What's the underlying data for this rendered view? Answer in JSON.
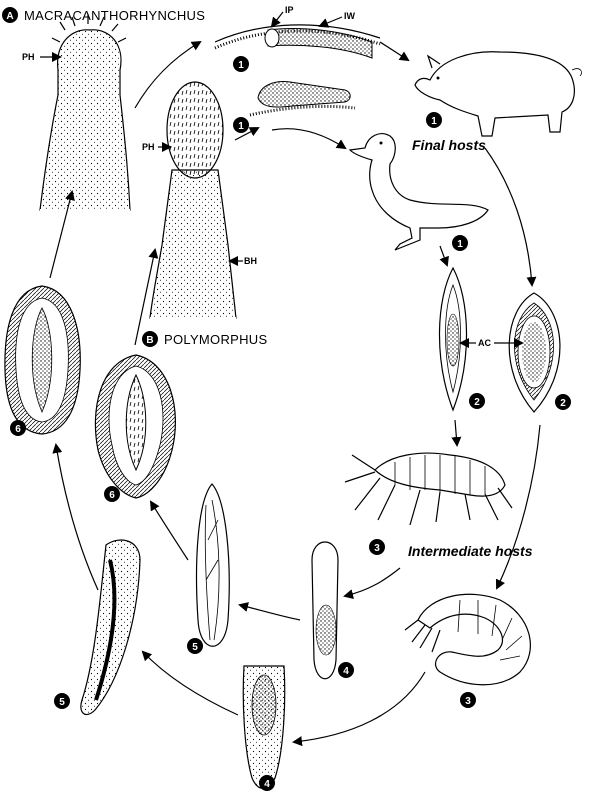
{
  "labels": {
    "section_a_letter": "A",
    "section_a_title": "MACRACANTHORHYNCHUS",
    "section_b_letter": "B",
    "section_b_title": "POLYMORPHUS",
    "ph_a": "PH",
    "ph_b": "PH",
    "bh": "BH",
    "ip": "IP",
    "iw": "IW",
    "ac": "AC",
    "final_hosts": "Final hosts",
    "intermediate_hosts": "Intermediate hosts"
  },
  "badges": {
    "pig": "1",
    "intestine_a": "1",
    "intestine_b": "1",
    "duck": "1",
    "egg_b": "2",
    "egg_a": "2",
    "amphipod": "3",
    "grub": "3",
    "acanthor_b": "4",
    "acanthor_a": "4",
    "acanthella_b": "5",
    "acanthella_a": "5",
    "cystacanth_b": "6",
    "cystacanth_a": "6"
  }
}
